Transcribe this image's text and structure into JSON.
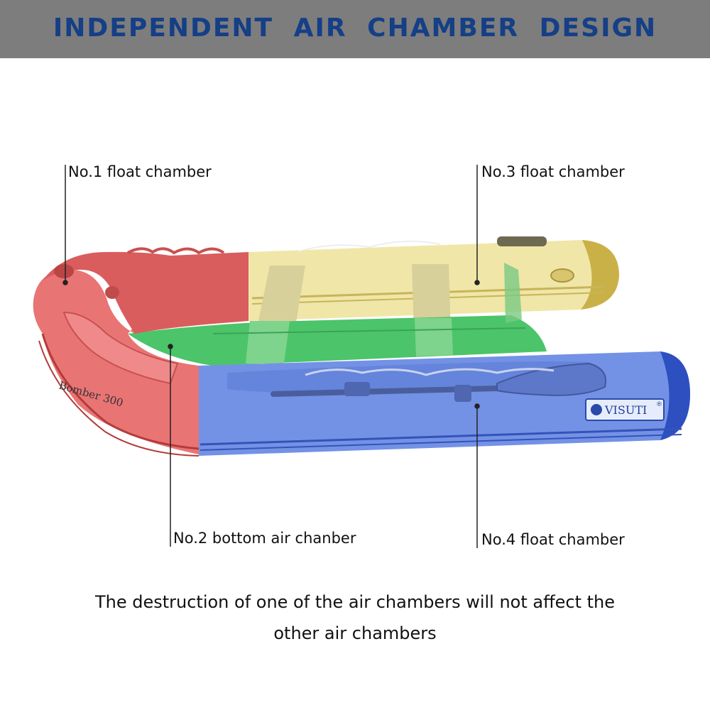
{
  "banner": {
    "title": "INDEPENDENT AIR CHAMBER DESIGN",
    "background_color": "#7d7d7d",
    "title_color": "#153f86"
  },
  "boat": {
    "model_label": "Bomber 300",
    "brand_label": "VISUTI",
    "brand_mark": "®"
  },
  "chambers": [
    {
      "label": "No.1 float chamber",
      "color": "#e86a6a"
    },
    {
      "label": "No.2 bottom air chanber",
      "color": "#3fbf5e"
    },
    {
      "label": "No.3 float chamber",
      "color": "#e8dc8c"
    },
    {
      "label": "No.4 float chamber",
      "color": "#6f8fe6"
    }
  ],
  "caption": {
    "line1": "The destruction of one of the air chambers will not affect the",
    "line2": "other air chambers"
  }
}
